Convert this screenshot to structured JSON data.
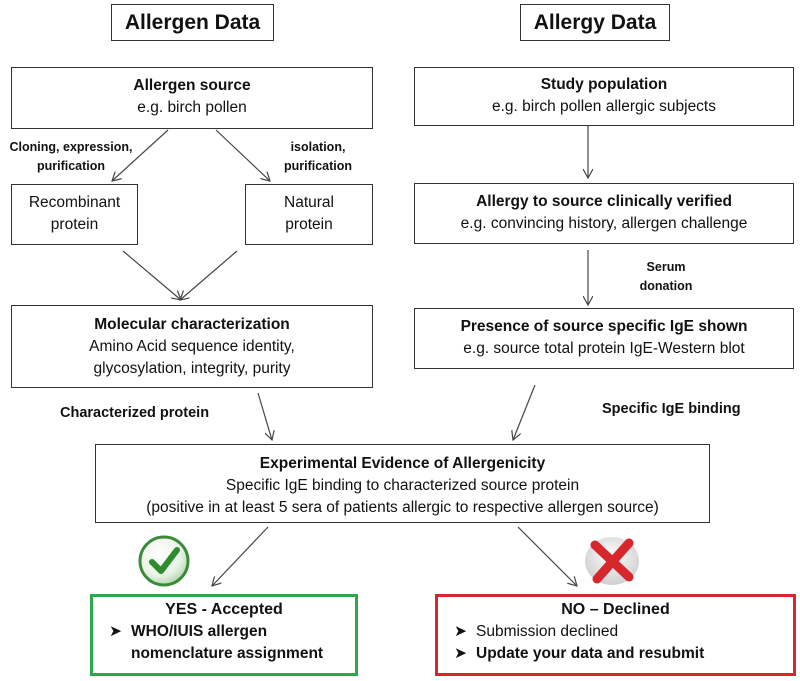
{
  "headers": {
    "left": "Allergen Data",
    "right": "Allergy Data"
  },
  "left": {
    "source": {
      "title": "Allergen source",
      "example": "e.g. birch pollen"
    },
    "recombinant": {
      "line1": "Recombinant",
      "line2": "protein"
    },
    "natural": {
      "line1": "Natural",
      "line2": "protein"
    },
    "cloning_label": {
      "line1": "Cloning, expression,",
      "line2": "purification"
    },
    "isolation_label": {
      "line1": "isolation,",
      "line2": "purification"
    },
    "molecular": {
      "title": "Molecular characterization",
      "line1": "Amino Acid sequence  identity,",
      "line2": "glycosylation, integrity, purity"
    },
    "characterized_label": "Characterized protein"
  },
  "right": {
    "population": {
      "title": "Study population",
      "example": "e.g. birch pollen allergic subjects"
    },
    "clinical": {
      "title": "Allergy to source clinically verified",
      "example": "e.g. convincing history, allergen challenge"
    },
    "serum_label": {
      "line1": "Serum",
      "line2": "donation"
    },
    "ige": {
      "title": "Presence of source specific IgE shown",
      "example": "e.g. source total protein IgE-Western blot"
    },
    "binding_label": "Specific IgE binding"
  },
  "evidence": {
    "title": "Experimental Evidence of Allergenicity",
    "line1": "Specific IgE binding to characterized source protein",
    "line2": "(positive in at least 5 sera of patients allergic to respective allergen source)"
  },
  "yes": {
    "title": "YES - Accepted",
    "bullet_line1": "WHO/IUIS allergen",
    "bullet_line2": "nomenclature assignment",
    "color": "#2ea84a"
  },
  "no": {
    "title": "NO – Declined",
    "bullet1": "Submission declined",
    "bullet2": "Update your data and resubmit",
    "color": "#d9262c"
  },
  "icons": {
    "check": "check-circle-icon",
    "cross": "red-x-icon",
    "bullet": "arrow-bullet-icon"
  }
}
